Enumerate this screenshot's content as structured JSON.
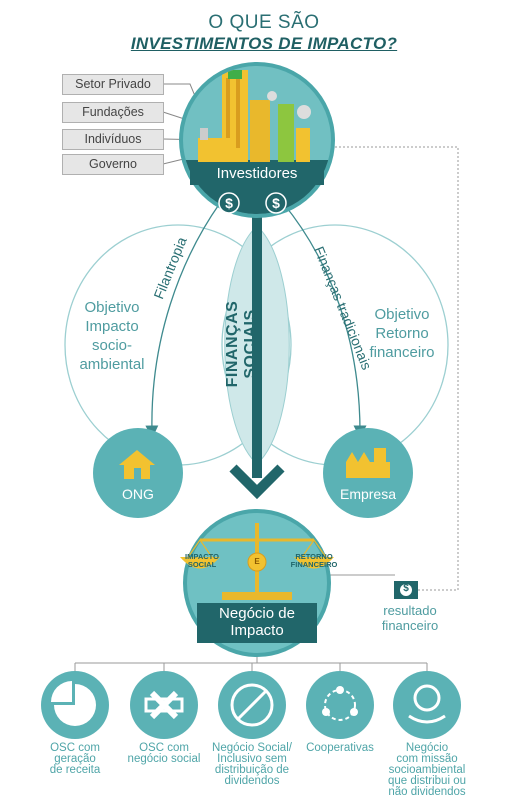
{
  "title": {
    "line1": "O QUE SÃO",
    "line2": "INVESTIMENTOS DE IMPACTO?"
  },
  "sources": [
    "Setor Privado",
    "Fundações",
    "Indivíduos",
    "Governo"
  ],
  "investors": {
    "label": "Investidores",
    "currency_symbol": "$"
  },
  "left_goal": [
    "Objetivo",
    "Impacto",
    "socio-",
    "ambiental"
  ],
  "right_goal": [
    "Objetivo",
    "Retorno",
    "financeiro"
  ],
  "flows": {
    "filantropia": "Filantropia",
    "financas_sociais": "FINANÇAS SOCIAIS",
    "financas_tradicionais": "Finanças tradicionais"
  },
  "ong": {
    "label": "ONG",
    "icon": "house-icon"
  },
  "empresa": {
    "label": "Empresa",
    "icon": "factory-icon"
  },
  "impact_business": {
    "label": [
      "Negócio de",
      "Impacto"
    ],
    "scale_left": [
      "IMPACTO",
      "SOCIAL"
    ],
    "scale_right": [
      "RETORNO",
      "FINANCEIRO"
    ],
    "scale_center": "E",
    "icon": "balance-scale-icon"
  },
  "financial_result": {
    "label": [
      "resultado",
      "financeiro"
    ],
    "currency_symbol": "$"
  },
  "categories": [
    {
      "lines": [
        "OSC com",
        "geração",
        "de receita"
      ],
      "icon": "pie-chart-icon"
    },
    {
      "lines": [
        "OSC com",
        "negócio social"
      ],
      "icon": "arrows-in-icon"
    },
    {
      "lines": [
        "Negócio Social/",
        "Inclusivo sem",
        "distribuição de",
        "dividendos"
      ],
      "icon": "no-dollar-icon"
    },
    {
      "lines": [
        "Cooperativas"
      ],
      "icon": "cooperative-icon"
    },
    {
      "lines": [
        "Negócio",
        "com missão",
        "socioambiental",
        "que distribui ou",
        "não dividendos"
      ],
      "icon": "dollar-hand-icon"
    }
  ],
  "colors": {
    "teal_dark": "#21666a",
    "teal": "#4aa6a9",
    "teal_light": "#71c0c2",
    "yellow": "#f2c230",
    "grey_box": "#e6e6e6"
  }
}
